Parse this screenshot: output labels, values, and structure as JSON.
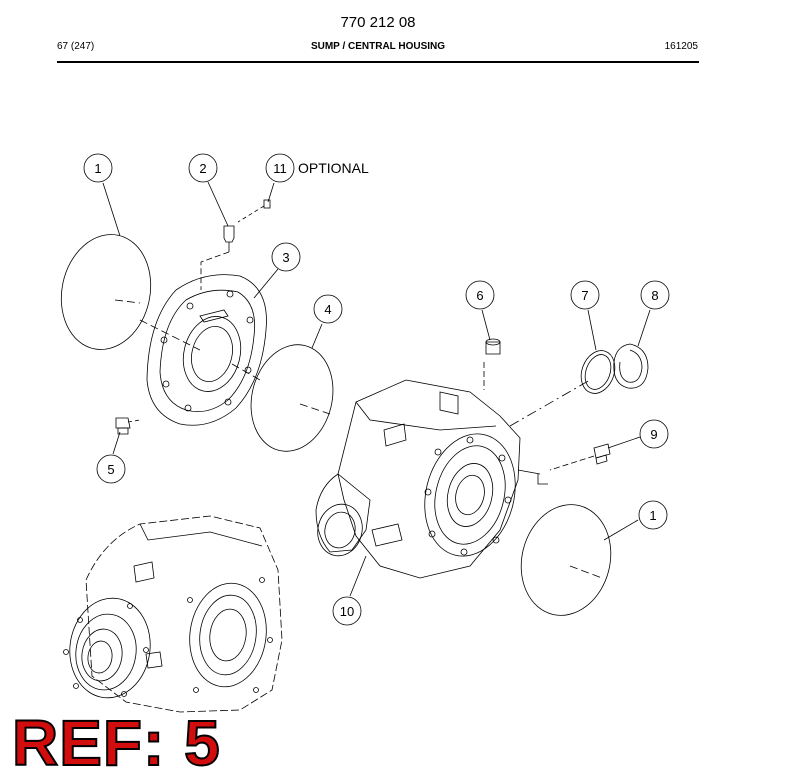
{
  "header": {
    "doc_number": "770 212 08",
    "page_ref": "67 (247)",
    "section_title": "SUMP / CENTRAL HOUSING",
    "date_code": "161205"
  },
  "callouts": {
    "c1a": "1",
    "c2": "2",
    "c11": "11",
    "optional": "OPTIONAL",
    "c3": "3",
    "c4": "4",
    "c5": "5",
    "c6": "6",
    "c7": "7",
    "c8": "8",
    "c9": "9",
    "c1b": "1",
    "c10": "10"
  },
  "ref_label": "REF: 5",
  "colors": {
    "ref_label": "#d10d0d",
    "line": "#000000"
  }
}
